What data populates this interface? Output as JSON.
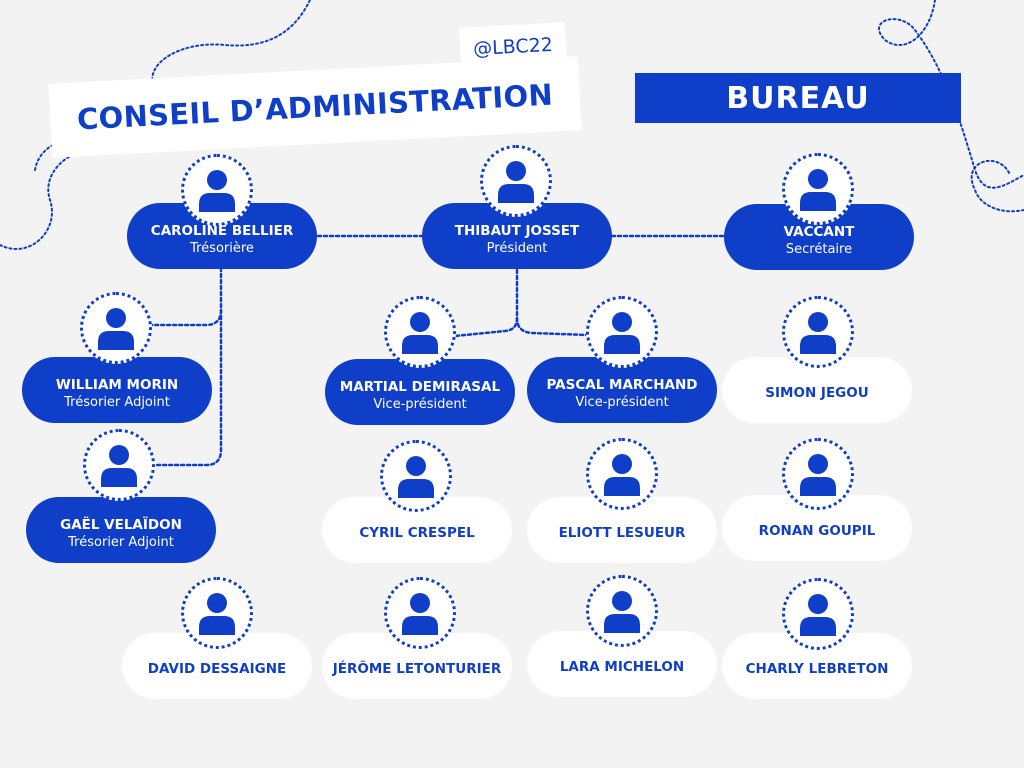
{
  "handle": "@LBC22",
  "title": "CONSEIL D’ADMINISTRATION",
  "bureau_label": "BUREAU",
  "colors": {
    "primary": "#0f3ec9",
    "card_white": "#ffffff",
    "background": "#f3f3f3"
  },
  "avatar_icon": "person-icon",
  "members": [
    {
      "id": "caroline",
      "name": "CAROLINE BELLIER",
      "role": "Trésorière",
      "style": "blue"
    },
    {
      "id": "thibaut",
      "name": "THIBAUT JOSSET",
      "role": "Président",
      "style": "blue"
    },
    {
      "id": "vaccant",
      "name": "VACCANT",
      "role": "Secrétaire",
      "style": "blue"
    },
    {
      "id": "william",
      "name": "WILLIAM MORIN",
      "role": "Trésorier Adjoint",
      "style": "blue"
    },
    {
      "id": "martial",
      "name": "MARTIAL DEMIRASAL",
      "role": "Vice-président",
      "style": "blue"
    },
    {
      "id": "pascal",
      "name": "PASCAL MARCHAND",
      "role": "Vice-président",
      "style": "blue"
    },
    {
      "id": "simon",
      "name": "SIMON JEGOU",
      "role": "",
      "style": "white"
    },
    {
      "id": "gael",
      "name": "GAËL VELAÏDON",
      "role": "Trésorier Adjoint",
      "style": "blue"
    },
    {
      "id": "cyril",
      "name": "CYRIL CRESPEL",
      "role": "",
      "style": "white"
    },
    {
      "id": "eliott",
      "name": "ELIOTT LESUEUR",
      "role": "",
      "style": "white"
    },
    {
      "id": "ronan",
      "name": "RONAN GOUPIL",
      "role": "",
      "style": "white"
    },
    {
      "id": "david",
      "name": "DAVID DESSAIGNE",
      "role": "",
      "style": "white"
    },
    {
      "id": "jerome",
      "name": "JÉRÔME LETONTURIER",
      "role": "",
      "style": "white"
    },
    {
      "id": "lara",
      "name": "LARA MICHELON",
      "role": "",
      "style": "white"
    },
    {
      "id": "charly",
      "name": "CHARLY LEBRETON",
      "role": "",
      "style": "white"
    }
  ],
  "connections": [
    {
      "from": "caroline",
      "to": "thibaut"
    },
    {
      "from": "thibaut",
      "to": "vaccant"
    },
    {
      "from": "caroline",
      "to": "william"
    },
    {
      "from": "caroline",
      "to": "gael"
    },
    {
      "from": "thibaut",
      "to": "martial"
    },
    {
      "from": "thibaut",
      "to": "pascal"
    }
  ]
}
